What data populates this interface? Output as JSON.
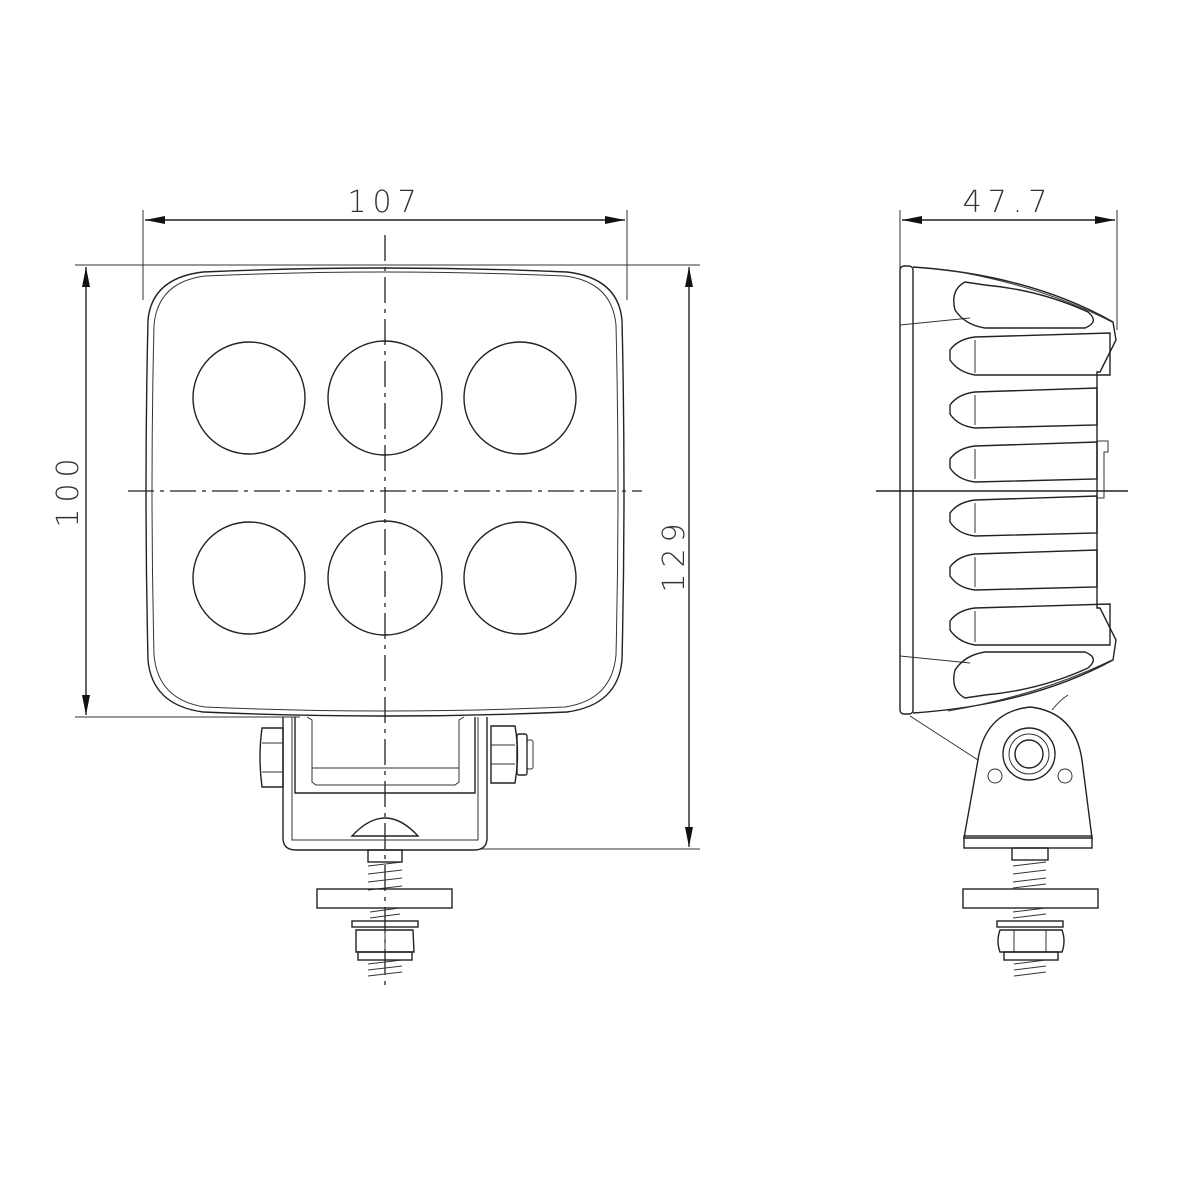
{
  "drawing": {
    "subject": "LED work light",
    "views": [
      {
        "name": "front-view",
        "led_count": 6,
        "led_layout": "2 rows x 3 columns",
        "dimensions": {
          "width": "107",
          "housing_height": "100",
          "overall_height": "129"
        }
      },
      {
        "name": "side-view",
        "fin_count": 6,
        "dimensions": {
          "depth": "47.7"
        }
      }
    ],
    "line_color": "#222222",
    "background": "#ffffff"
  }
}
